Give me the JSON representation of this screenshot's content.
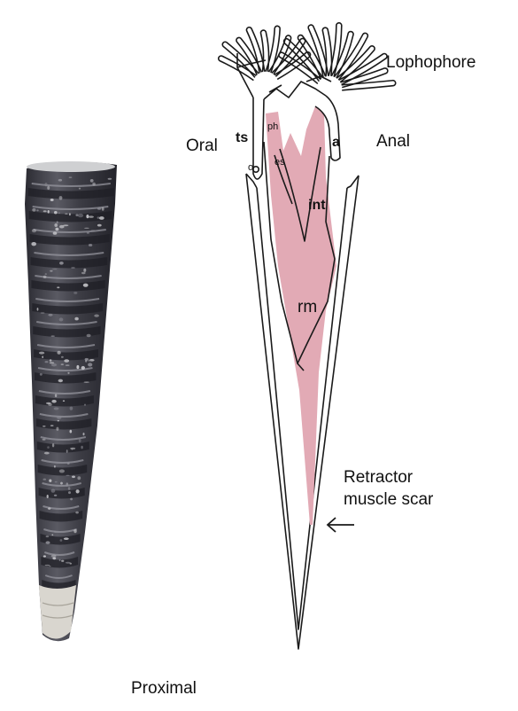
{
  "labels": {
    "lophophore": "Lophophore",
    "oral": "Oral",
    "anal": "Anal",
    "ts": "ts",
    "o": "o",
    "ph": "ph",
    "es": "es",
    "a": "a",
    "int": "int",
    "rm": "rm",
    "retractor_line1": "Retractor",
    "retractor_line2": "muscle scar",
    "proximal": "Proximal"
  },
  "colors": {
    "muscle": "#e2aab5",
    "outline": "#1a1a1a",
    "fossil_dark": "#3a3a42",
    "fossil_light": "#c8c8cc",
    "fossil_tip": "#d9d6cf"
  },
  "icons": {
    "arrow": "left-arrow-icon"
  }
}
